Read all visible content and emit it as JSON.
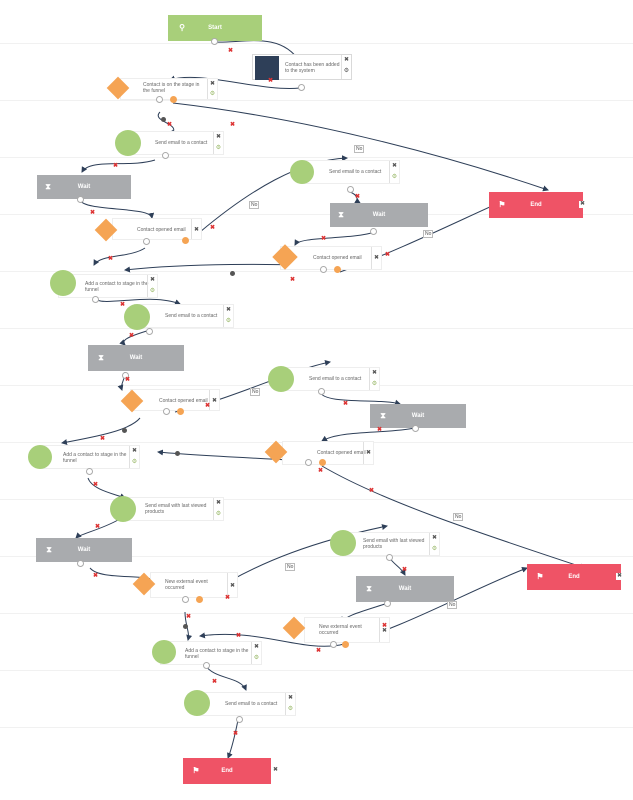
{
  "labels": {
    "start": "Start",
    "contact_added": "Contact has been added to the system",
    "contact_on_stage": "Contact is on the stage in the funnel",
    "send_email": "Send email to a contact",
    "wait": "Wait",
    "opened_email": "Contact opened email",
    "add_to_stage": "Add a contact to stage in the funnel",
    "email_last_viewed": "Send email with last viewed products",
    "external_event": "New external event occurred",
    "end": "End",
    "no": "No"
  },
  "icons": [
    "location-icon",
    "email-icon",
    "hourglass-icon",
    "flag-icon",
    "funnel-icon",
    "gear-icon",
    "close-icon"
  ],
  "colors": {
    "green": "#a8cf7a",
    "orange": "#f5a454",
    "gray": "#a9abae",
    "red": "#ef5366"
  }
}
